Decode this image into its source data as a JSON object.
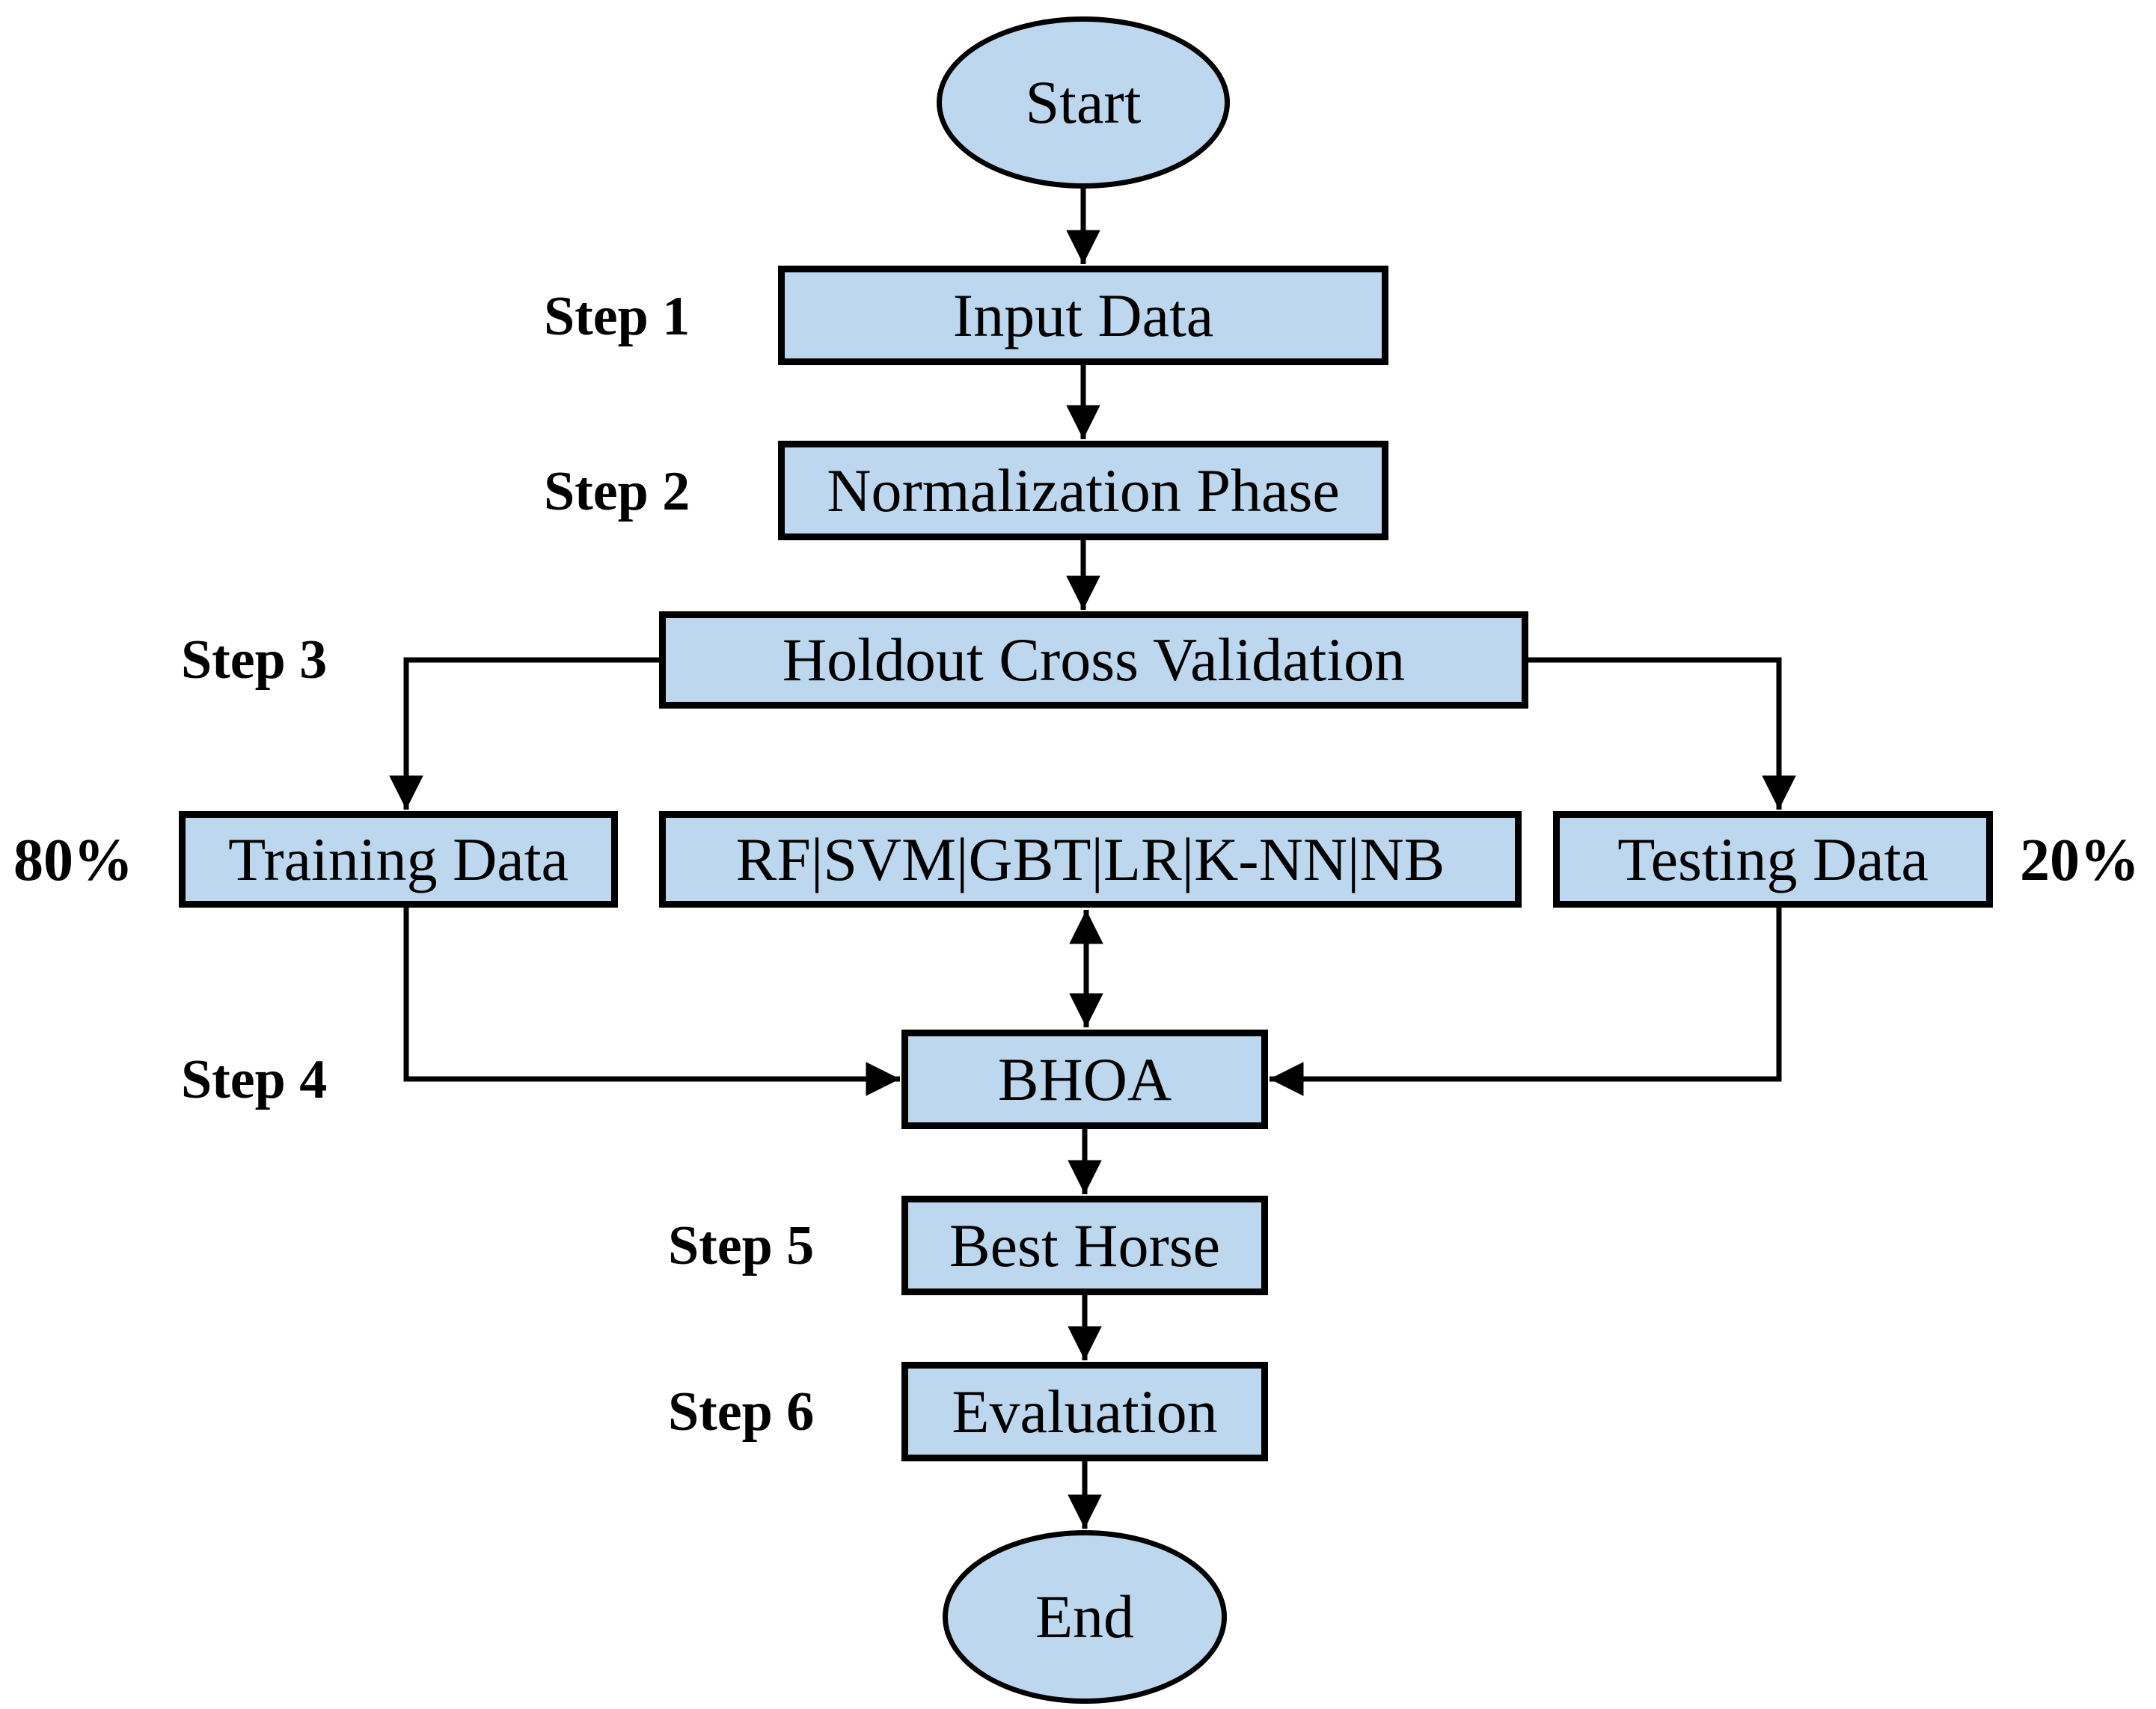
{
  "diagram": {
    "background_color": "#FFFFFF",
    "node_fill_color": "#BDD7EE",
    "node_border_color": "#000000",
    "text_color": "#000000",
    "nodes": {
      "start": "Start",
      "input_data": "Input Data",
      "normalization": "Normalization Phase",
      "holdout": "Holdout Cross Validation",
      "training_data": "Training Data",
      "classifiers": "RF|SVM|GBT|LR|K-NN|NB",
      "testing_data": "Testing Data",
      "bhoa": "BHOA",
      "best_horse": "Best Horse",
      "evaluation": "Evaluation",
      "end": "End"
    },
    "step_labels": {
      "step1": "Step 1",
      "step2": "Step 2",
      "step3": "Step 3",
      "step4": "Step 4",
      "step5": "Step 5",
      "step6": "Step 6"
    },
    "split_labels": {
      "training_pct": "80%",
      "testing_pct": "20%"
    }
  }
}
